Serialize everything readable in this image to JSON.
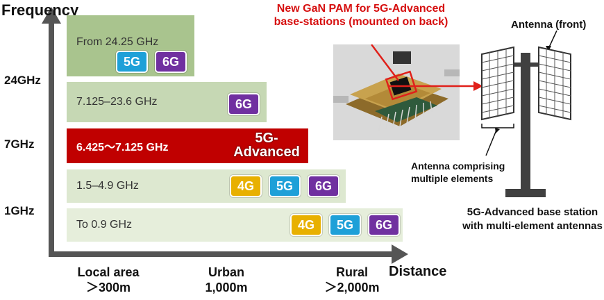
{
  "axes": {
    "y_title": "Frequency",
    "x_title": "Distance",
    "y_ticks": [
      "24GHz",
      "7GHz",
      "1GHz"
    ],
    "x_ticks": [
      {
        "name": "Local area",
        "value": "＞300m"
      },
      {
        "name": "Urban",
        "value": "1,000m"
      },
      {
        "name": "Rural",
        "value": "＞2,000m"
      }
    ]
  },
  "bands": [
    {
      "label": "From 24.25 GHz",
      "badges": [
        "5G",
        "6G"
      ]
    },
    {
      "label": "7.125–23.6 GHz",
      "badges": [
        "6G"
      ]
    },
    {
      "label": "6.425～7.125 GHz",
      "badges": [],
      "tag_line1": "5G-",
      "tag_line2": "Advanced"
    },
    {
      "label": "1.5–4.9 GHz",
      "badges": [
        "4G",
        "5G",
        "6G"
      ]
    },
    {
      "label": "To 0.9 GHz",
      "badges": [
        "4G",
        "5G",
        "6G"
      ]
    }
  ],
  "colors": {
    "badge_4G": "#e8b000",
    "badge_5G": "#1ea0d8",
    "badge_6G": "#7030a0",
    "band_1": "#a9c48e",
    "band_2": "#c6d8b4",
    "band_3": "#c00000",
    "band_4": "#dde8d0",
    "band_5": "#e6eedb",
    "callout": "#d60f0f"
  },
  "callout": {
    "line1": "New GaN PAM for 5G-Advanced",
    "line2": "base-stations (mounted on back)"
  },
  "antenna": {
    "front_label": "Antenna (front)",
    "elements_line1": "Antenna comprising",
    "elements_line2": "multiple elements",
    "caption_line1": "5G-Advanced base station",
    "caption_line2": "with multi-element antennas"
  }
}
